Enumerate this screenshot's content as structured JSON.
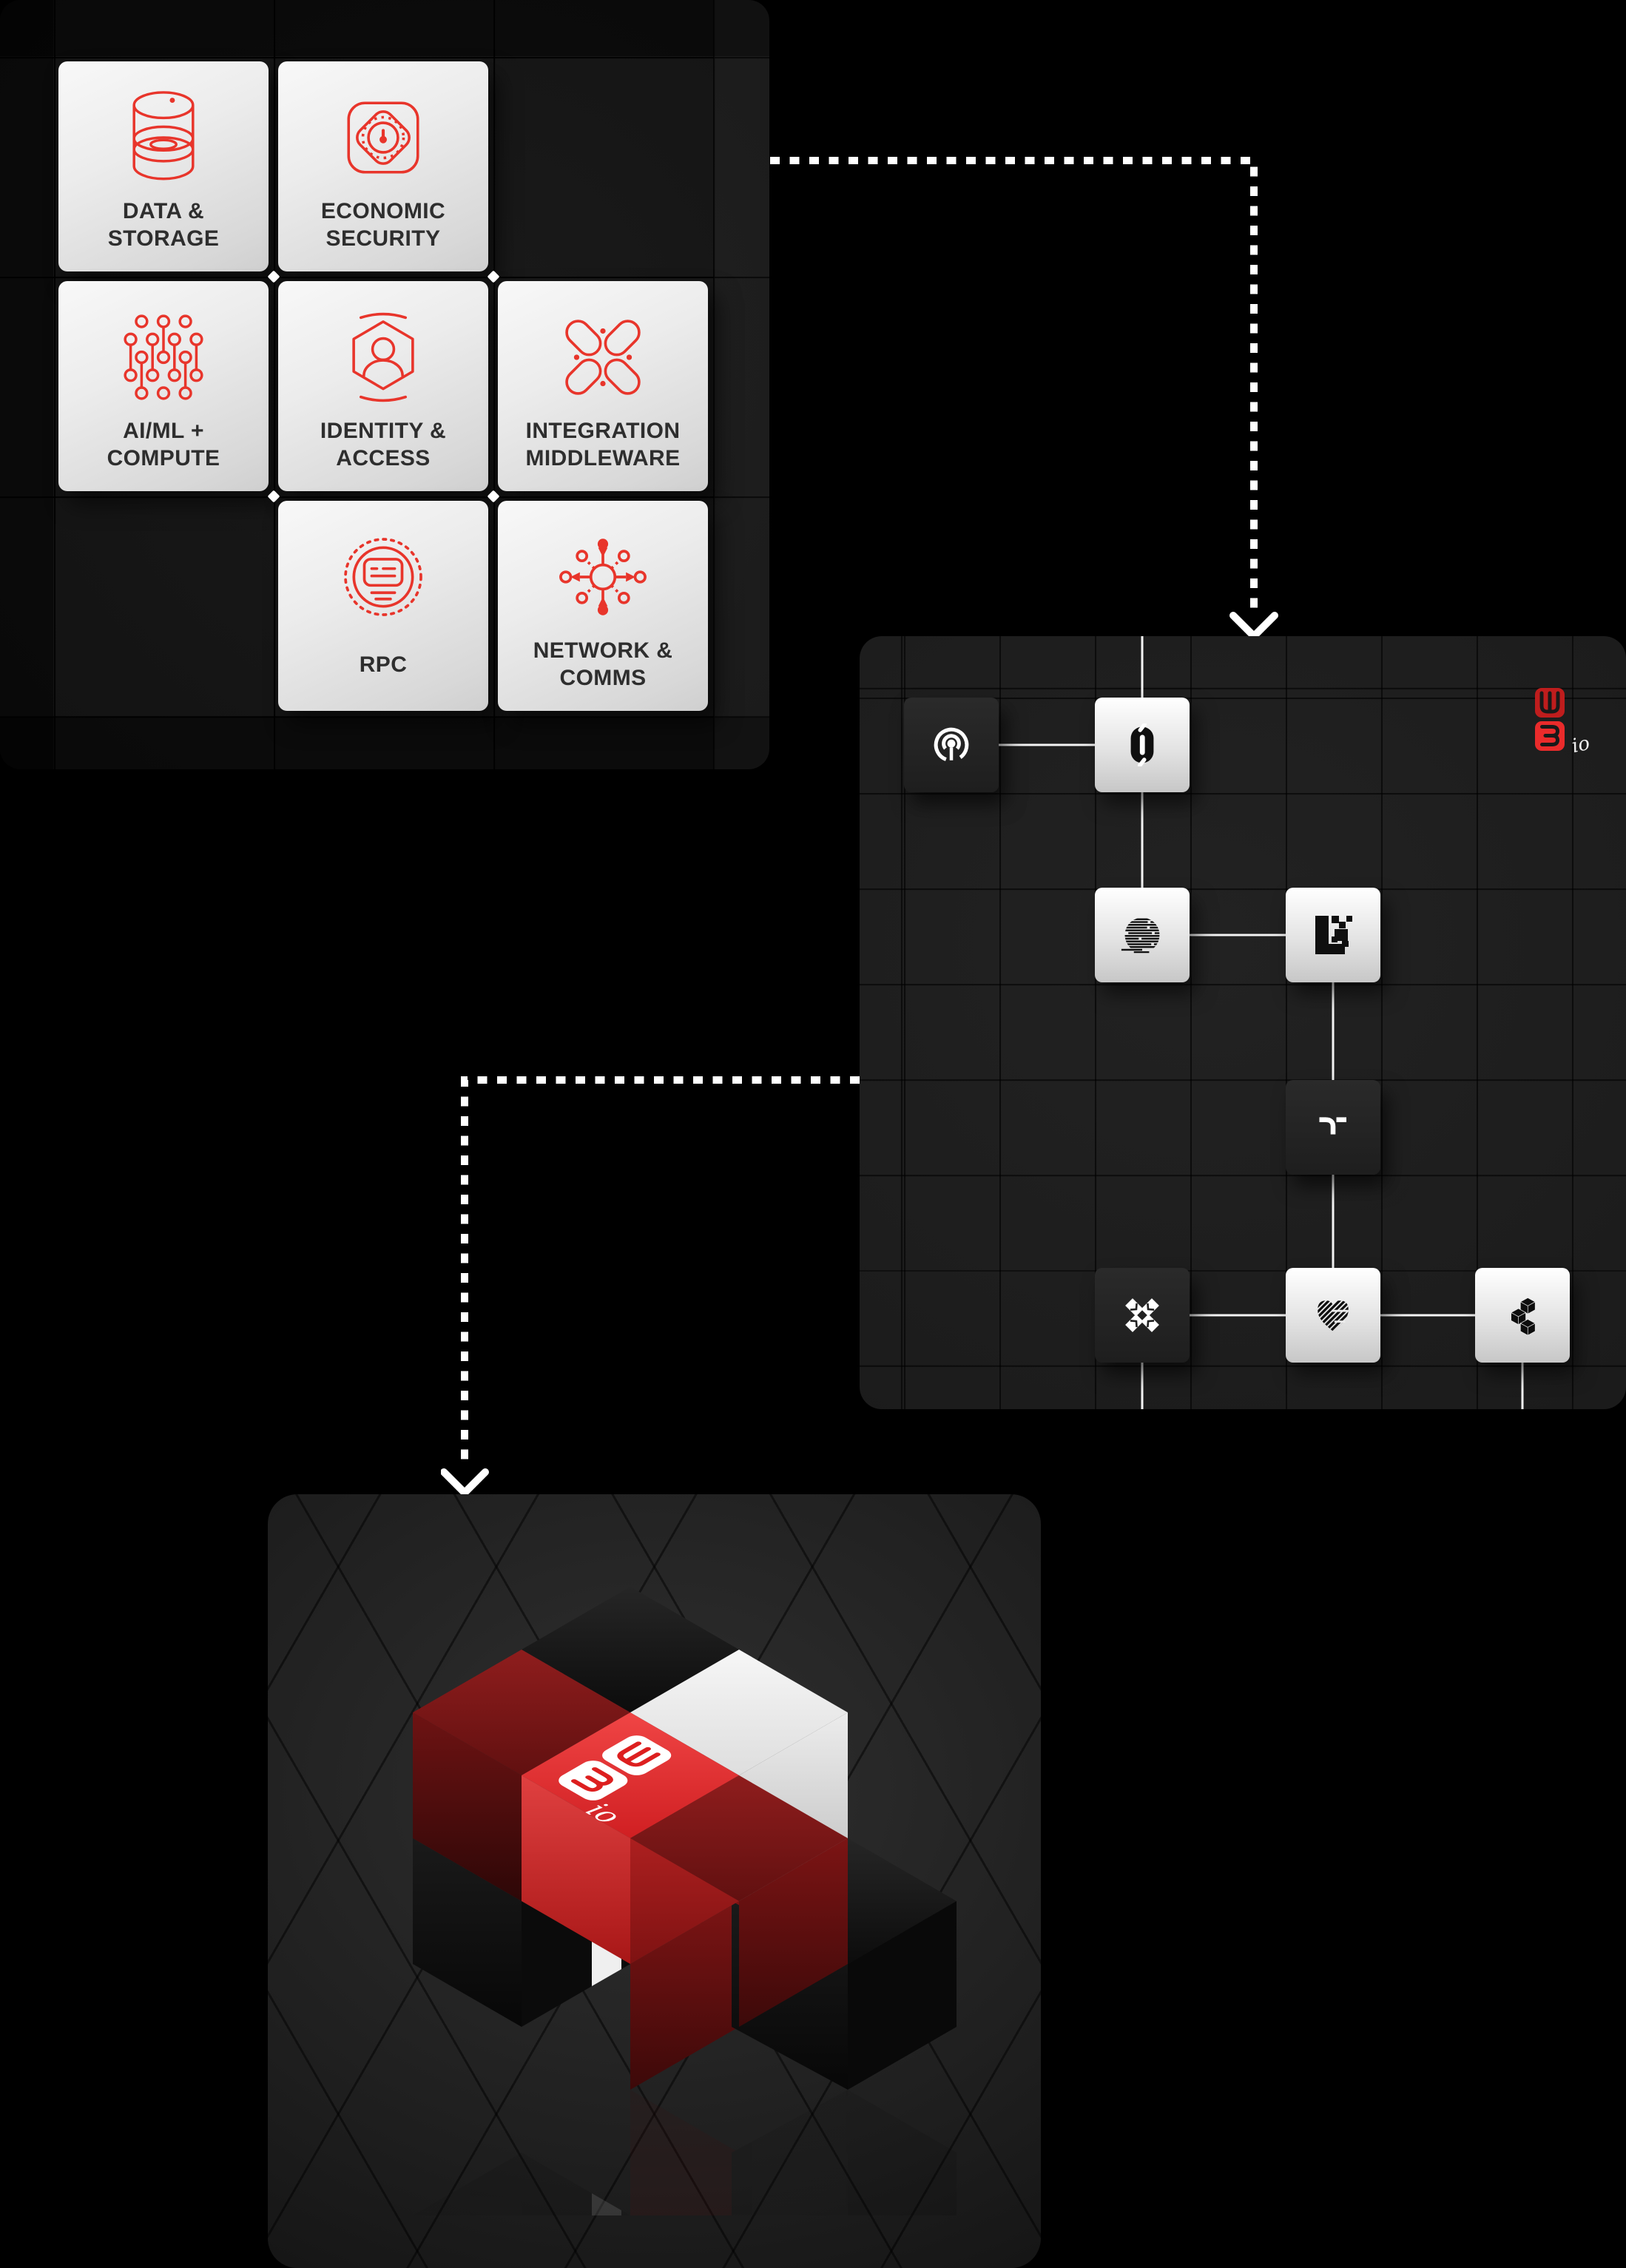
{
  "brand": {
    "badge_top_letter": "W",
    "badge_bottom_letter": "3",
    "badge_suffix": "io"
  },
  "colors": {
    "page_background": "#000000",
    "accent_red": "#e8352b",
    "badge_red_dark": "#bf1d1d",
    "badge_red_bright": "#ea2b2b",
    "cube_red": "#e02626",
    "connector_white": "#ffffff",
    "card_text": "#2e2e2e"
  },
  "modules_panel": {
    "cards": [
      {
        "label": "DATA & STORAGE",
        "icon": "database-cylinder-icon"
      },
      {
        "label": "ECONOMIC SECURITY",
        "icon": "diamond-shield-lock-icon"
      },
      {
        "label": "AI/ML + COMPUTE",
        "icon": "neural-dots-icon"
      },
      {
        "label": "IDENTITY & ACCESS",
        "icon": "hexagon-person-icon"
      },
      {
        "label": "INTEGRATION MIDDLEWARE",
        "icon": "cross-pills-icon"
      },
      {
        "label": "RPC",
        "icon": "terminal-circle-icon"
      },
      {
        "label": "NETWORK & COMMS",
        "icon": "hub-spokes-icon"
      }
    ]
  },
  "network_panel": {
    "badge": {
      "top_letter": "W",
      "bottom_letter": "3",
      "suffix": "io"
    },
    "tiles": [
      {
        "name": "concentric-target-logo",
        "variant": "dark"
      },
      {
        "name": "zero-mark-logo",
        "variant": "light"
      },
      {
        "name": "striped-globe-logo",
        "variant": "light"
      },
      {
        "name": "pixel-l-logo",
        "variant": "light"
      },
      {
        "name": "elbow-t-logo",
        "variant": "dark"
      },
      {
        "name": "notched-x-logo",
        "variant": "dark"
      },
      {
        "name": "striped-heart-logo",
        "variant": "light"
      },
      {
        "name": "iso-cubes-logo",
        "variant": "light"
      }
    ]
  },
  "cube_panel": {
    "logo_suffix": "io"
  }
}
